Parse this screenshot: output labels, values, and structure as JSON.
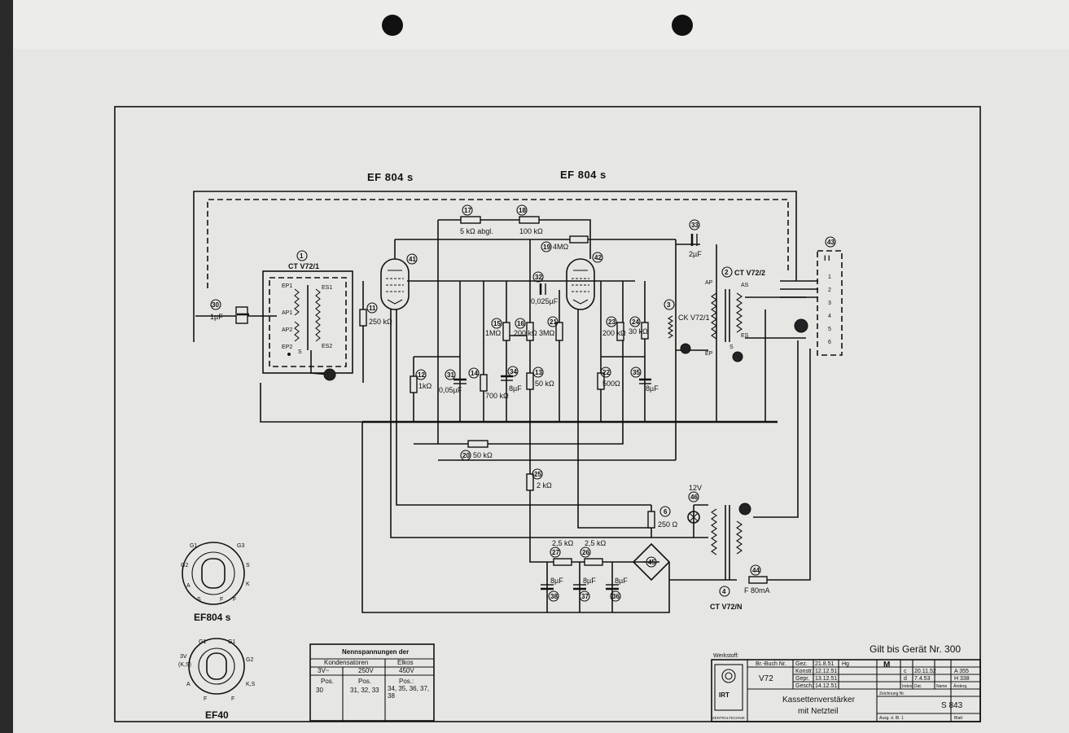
{
  "tube_labels": {
    "left": "EF 804 s",
    "right": "EF 804 s"
  },
  "transformers": {
    "input": {
      "num": "1",
      "name": "CT V72/1",
      "ep1": "EP1",
      "ap1": "AP1",
      "ap2": "AP2",
      "ep2": "EP2",
      "es1": "ES1",
      "es2": "ES2",
      "s": "S"
    },
    "output": {
      "num": "2",
      "name": "CT V72/2",
      "ap": "AP",
      "ep": "EP",
      "as": "AS",
      "es": "ES",
      "s": "S"
    },
    "choke": {
      "num": "3",
      "name": "CK V72/1"
    },
    "mains": {
      "num": "4",
      "name": "CT V72/N"
    }
  },
  "components": {
    "c30": {
      "num": "30",
      "value": "1µF"
    },
    "r11": {
      "num": "11",
      "value": "250 kΩ"
    },
    "r12": {
      "num": "12",
      "value": "1kΩ"
    },
    "c31": {
      "num": "31",
      "value": "0,05µF"
    },
    "r14": {
      "num": "14",
      "value": "700 kΩ"
    },
    "r15": {
      "num": "15",
      "value": "1MΩ"
    },
    "r16": {
      "num": "16",
      "value": "200 kΩ"
    },
    "c34": {
      "num": "34",
      "value": "8µF"
    },
    "r13": {
      "num": "13",
      "value": "50 kΩ"
    },
    "r17": {
      "num": "17",
      "value": "5 kΩ abgl."
    },
    "r18": {
      "num": "18",
      "value": "100 kΩ"
    },
    "r19": {
      "num": "19",
      "value": "4MΩ"
    },
    "c32": {
      "num": "32",
      "value": "0,025µF"
    },
    "r21": {
      "num": "21",
      "value": "3MΩ"
    },
    "r23": {
      "num": "23",
      "value": "200 kΩ"
    },
    "r24": {
      "num": "24",
      "value": "30 kΩ"
    },
    "r22": {
      "num": "22",
      "value": "500Ω"
    },
    "c35": {
      "num": "35",
      "value": "8µF"
    },
    "c33": {
      "num": "33",
      "value": "2µF"
    },
    "r20": {
      "num": "20",
      "value": "50 kΩ"
    },
    "r25": {
      "num": "25",
      "value": "2 kΩ"
    },
    "r6": {
      "num": "6",
      "value": "250 Ω"
    },
    "lamp46": {
      "num": "46",
      "value": "12V"
    },
    "r27": {
      "num": "27",
      "value": "2,5 kΩ"
    },
    "r26": {
      "num": "26",
      "value": "2,5 kΩ"
    },
    "c38": {
      "num": "38",
      "value": "8µF"
    },
    "c37": {
      "num": "37",
      "value": "8µF"
    },
    "c36": {
      "num": "36",
      "value": "8µF"
    },
    "rect45": {
      "num": "45"
    },
    "fuse44": {
      "num": "44",
      "value": "F 80mA"
    },
    "tube41": {
      "num": "41"
    },
    "tube42": {
      "num": "42"
    },
    "conn43": {
      "num": "43",
      "pins": [
        "1",
        "2",
        "3",
        "4",
        "5",
        "6"
      ],
      "roman": "I   I"
    }
  },
  "pinouts": {
    "ef804": {
      "name": "EF804 s",
      "pins": [
        "G1",
        "G3",
        "G2",
        "S",
        "K",
        "F",
        "F",
        "S",
        "A"
      ]
    },
    "ef40": {
      "name": "EF40",
      "pins": [
        "G1",
        "G1",
        "G2",
        "K,S",
        "F",
        "F",
        "A",
        "3V",
        "(K,S)"
      ]
    }
  },
  "voltage_table": {
    "title": "Nennspannungen der",
    "group_caps": "Kondensatoren",
    "group_elkos": "Elkos",
    "ratings": [
      "3V~",
      "250V",
      "450V"
    ],
    "pos_label": [
      "Pos.",
      "Pos.",
      "Pos.:"
    ],
    "positions": [
      "30",
      "31, 32, 33",
      "34, 35, 36, 37, 38"
    ]
  },
  "validity": "Gilt bis Gerät Nr. 300",
  "title_block": {
    "werkstoff": "Werkstoff:",
    "brbuch": "Br.-Buch Nr.",
    "model": "V72",
    "rows": [
      {
        "k": "Gez.",
        "date": "21.8.51",
        "name": "Hg"
      },
      {
        "k": "Konstr.",
        "date": "12.12.51",
        "name": ""
      },
      {
        "k": "Gepr.",
        "date": "13.12.51",
        "name": ""
      },
      {
        "k": "Gesch.",
        "date": "14.12.51",
        "name": ""
      }
    ],
    "m": "M",
    "changes": [
      {
        "idx": "c",
        "date": "20.11.52",
        "name": "",
        "no": "A 355"
      },
      {
        "idx": "d",
        "date": "7.4.53",
        "name": "",
        "no": "H 338"
      }
    ],
    "change_head": [
      "Index",
      "Dat.",
      "Name",
      "Änderg."
    ],
    "drawing_label": "Zeichnung Nr.",
    "title1": "Kassettenverstärker",
    "title2": "mit Netzteil",
    "drawing_no": "S 843",
    "ausg": "Ausg. d. Bl. 1",
    "blatt": "Blatt",
    "logo_text": "IRT",
    "logo_caption": "ZENTRALTECHNIK"
  }
}
